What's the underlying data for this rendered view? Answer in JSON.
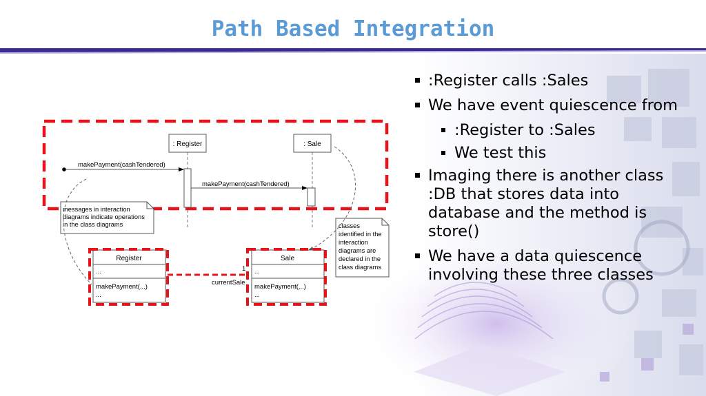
{
  "slide": {
    "title": "Path Based Integration",
    "bullets": [
      {
        "text": ":Register calls :Sales",
        "level": 1
      },
      {
        "text": "We have event quiescence from",
        "level": 1
      },
      {
        "text": ":Register to :Sales",
        "level": 2
      },
      {
        "text": "We test this",
        "level": 2
      },
      {
        "text": "Imaging there is another class :DB that stores data into database and the method is store()",
        "level": 1
      },
      {
        "text": "We have a data quiescence involving these three classes",
        "level": 1
      }
    ]
  },
  "diagram": {
    "lifeline_register": ": Register",
    "lifeline_sale": ": Sale",
    "message1": "makePayment(cashTendered)",
    "message2": "makePayment(cashTendered)",
    "note_left": [
      "messages in interaction",
      "diagrams indicate operations",
      "in the class diagrams"
    ],
    "note_right": [
      "classes",
      "identified in the",
      "interaction",
      "diagrams are",
      "declared in the",
      "class diagrams"
    ],
    "class_register": {
      "name": "Register",
      "attrs": "...",
      "ops": [
        "makePayment(...)",
        "..."
      ]
    },
    "class_sale": {
      "name": "Sale",
      "attrs": "...",
      "ops": [
        "makePayment(...)",
        "..."
      ]
    },
    "assoc_multiplicity": "1",
    "assoc_role": "currentSale"
  },
  "colors": {
    "title": "#5b9bd5",
    "rule_dark": "#3b2b8f",
    "rule_light": "#8f7fd0",
    "dash_red": "#e8131a"
  }
}
